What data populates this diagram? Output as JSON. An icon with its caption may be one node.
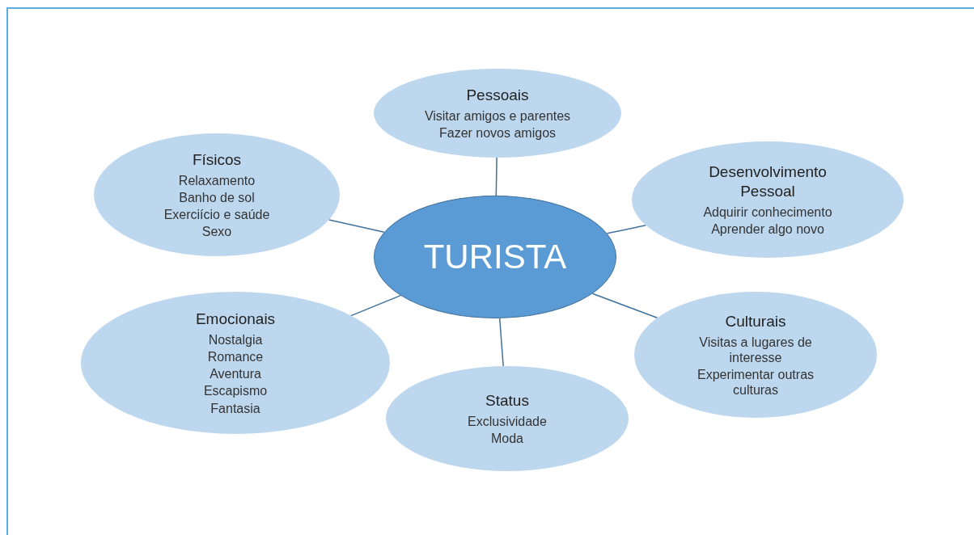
{
  "diagram": {
    "nodes": [
      {
        "text": [
          "Pessoais",
          "Visitar amigos e parentes",
          "Fazer novos amigos"
        ]
      },
      {
        "text": [
          "Físicos",
          "Relaxamento",
          "Banho de sol",
          "Exerciício e saúde",
          "Sexo"
        ]
      },
      {
        "text": [
          "Desenvolvimento Pessoal",
          "Adquirir conhecimento",
          "Aprender algo novo"
        ]
      },
      {
        "text": [
          "TURISTA"
        ]
      },
      {
        "text": [
          "Emocionais",
          "Nostalgia",
          "Romance",
          "Aventura",
          "Escapismo",
          "Fantasia"
        ]
      },
      {
        "text": [
          "Culturais",
          "Visitas a lugares de interesse",
          "Experimentar outras culturas"
        ]
      },
      {
        "text": [
          "Status",
          "Exclusividade",
          "Moda"
        ]
      }
    ],
    "edges": [
      {
        "from": 3,
        "to": 0,
        "arrow": "none"
      },
      {
        "from": 3,
        "to": 1,
        "arrow": "none"
      },
      {
        "from": 3,
        "to": 2,
        "arrow": "none"
      },
      {
        "from": 3,
        "to": 4,
        "arrow": "none"
      },
      {
        "from": 3,
        "to": 5,
        "arrow": "none"
      },
      {
        "from": 3,
        "to": 6,
        "arrow": "none"
      }
    ]
  }
}
